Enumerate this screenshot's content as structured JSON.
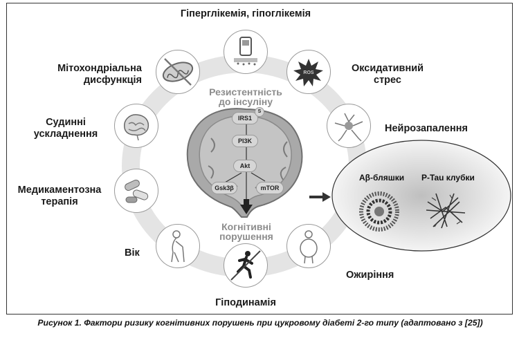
{
  "factors": {
    "hyperglycemia": "Гіперглікемія, гіпоглікемія",
    "mito_line1": "Мітохондріальна",
    "mito_line2": "дисфункція",
    "oxid_line1": "Оксидативний",
    "oxid_line2": "стрес",
    "vascular_line1": "Судинні",
    "vascular_line2": "ускладнення",
    "neuroinflammation": "Нейрозапалення",
    "drug_line1": "Медикаментозна",
    "drug_line2": "терапія",
    "age": "Вік",
    "obesity": "Ожиріння",
    "hypodynamia": "Гіподинамія"
  },
  "brain": {
    "insulin_resistance_line1": "Резистентність",
    "insulin_resistance_line2": "до інсуліну",
    "cognitive_line1": "Когнітивні",
    "cognitive_line2": "порушення",
    "nodes": {
      "irs1": "IRS1",
      "s": "S",
      "pi3k": "PI3K",
      "akt": "Akt",
      "gsk3b": "Gsk3β",
      "mtor": "mTOR"
    }
  },
  "pathology": {
    "plaques": "Аβ-бляшки",
    "tau": "Р-Tau клубки",
    "ros": "ROS"
  },
  "caption": "Рисунок 1.  Фактори ризику когнітивних порушень при цукровому діабеті 2-го типу (адаптовано з [25])",
  "icons": [
    "glucose-meter-icon",
    "mitochondria-icon",
    "ros-burst-icon",
    "brain-vessels-icon",
    "neuron-icon",
    "pills-icon",
    "elderly-person-icon",
    "obese-person-icon",
    "running-person-icon"
  ]
}
